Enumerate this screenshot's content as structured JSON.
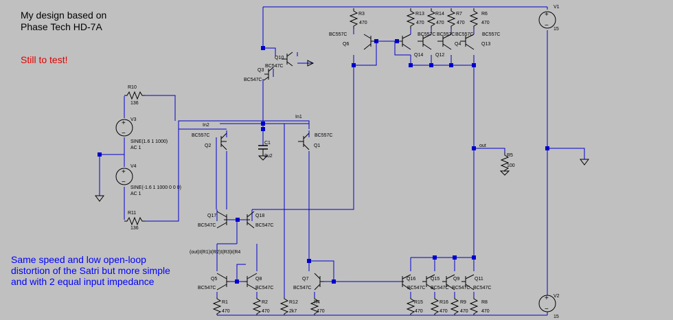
{
  "notes": {
    "title": "My design based on\nPhase Tech HD-7A",
    "warning": "Still to test!",
    "description": "Same speed and low open-loop\ndistortion of the Satri but more simple\nand with 2 equal input impedance"
  },
  "colors": {
    "background": "#c0c0c0",
    "wire": "#0000cd",
    "text": "#000000",
    "warning": "#e00000",
    "description": "#0000ff"
  },
  "sources": {
    "v1": {
      "name": "V1",
      "value": "15"
    },
    "v2": {
      "name": "V2",
      "value": "15"
    },
    "v3": {
      "name": "V3",
      "line1": "SINE(1.6 1 1000)",
      "line2": "AC 1"
    },
    "v4": {
      "name": "V4",
      "line1": "SINE(-1.6 1 1000 0 0 0)",
      "line2": "AC 1"
    }
  },
  "resistors": {
    "r10": {
      "name": "R10",
      "value": "136"
    },
    "r11": {
      "name": "R11",
      "value": "136"
    },
    "r3": {
      "name": "R3",
      "value": "470"
    },
    "r13": {
      "name": "R13",
      "value": "470"
    },
    "r14": {
      "name": "R14",
      "value": "470"
    },
    "r7": {
      "name": "R7",
      "value": "470"
    },
    "r6": {
      "name": "R6",
      "value": "470"
    },
    "r5": {
      "name": "R5",
      "value": "100"
    },
    "r1": {
      "name": "R1",
      "value": "470"
    },
    "r2": {
      "name": "R2",
      "value": "470"
    },
    "r12": {
      "name": "R12",
      "value": "2k7"
    },
    "r4": {
      "name": "R4",
      "value": "470"
    },
    "r15": {
      "name": "R15",
      "value": "470"
    },
    "r16": {
      "name": "R16",
      "value": "470"
    },
    "r9": {
      "name": "R9",
      "value": "470"
    },
    "r8": {
      "name": "R8",
      "value": "470"
    }
  },
  "capacitors": {
    "c1": {
      "name": "C1",
      "value": "2u2"
    }
  },
  "transistors": {
    "q1": {
      "name": "Q1",
      "model": "BC557C"
    },
    "q2": {
      "name": "Q2",
      "model": "BC557C"
    },
    "q3": {
      "name": "Q3",
      "model": "BC547C"
    },
    "q10": {
      "name": "Q10",
      "model": "BC547C"
    },
    "q17": {
      "name": "Q17",
      "model": "BC547C"
    },
    "q18": {
      "name": "Q18",
      "model": "BC547C"
    },
    "q5": {
      "name": "Q5",
      "model": "BC547C"
    },
    "q8": {
      "name": "Q8",
      "model": "BC547C"
    },
    "q7": {
      "name": "Q7",
      "model": "BC547C"
    },
    "q6": {
      "name": "Q6",
      "model": "BC557C"
    },
    "q14": {
      "name": "Q14",
      "model": "BC557C"
    },
    "q12": {
      "name": "Q12",
      "model": "BC557C"
    },
    "q4": {
      "name": "Q4",
      "model": "BC557C"
    },
    "q13": {
      "name": "Q13",
      "model": "BC557C"
    },
    "q16": {
      "name": "Q16",
      "model": "BC547C"
    },
    "q15": {
      "name": "Q15",
      "model": "BC547C"
    },
    "q9": {
      "name": "Q9",
      "model": "BC547C"
    },
    "q11": {
      "name": "Q11",
      "model": "BC547C"
    }
  },
  "nets": {
    "in1": "In1",
    "in2": "In2",
    "out": "out"
  },
  "directive": "(out)I(R1)I(R2)I(R3)I(R4"
}
